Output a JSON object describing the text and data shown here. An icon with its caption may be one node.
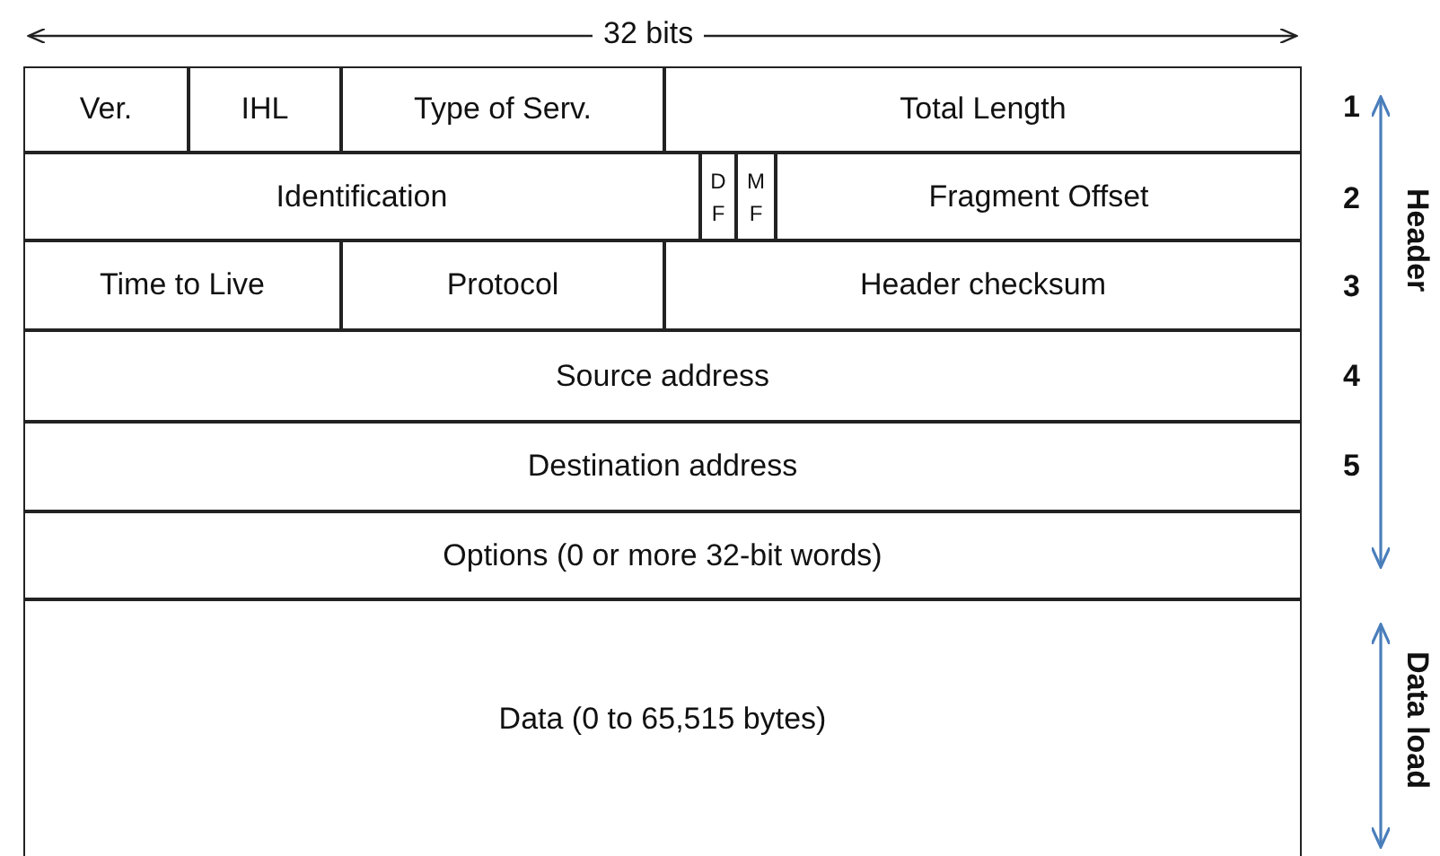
{
  "diagram": {
    "labels": [
      "32 bits",
      "Ver.",
      "IHL",
      "Type of Serv.",
      "Total Length",
      "1",
      "Identification",
      "D F",
      "M F",
      "Fragment Offset",
      "2",
      "Header",
      "Time to Live",
      "Protocol",
      "Header checksum",
      "3",
      "Source address",
      "4",
      "Destination address",
      "5",
      "Options (0 or more 32-bit words)",
      "Data (0 to 65,515 bytes)",
      "Data load"
    ]
  }
}
